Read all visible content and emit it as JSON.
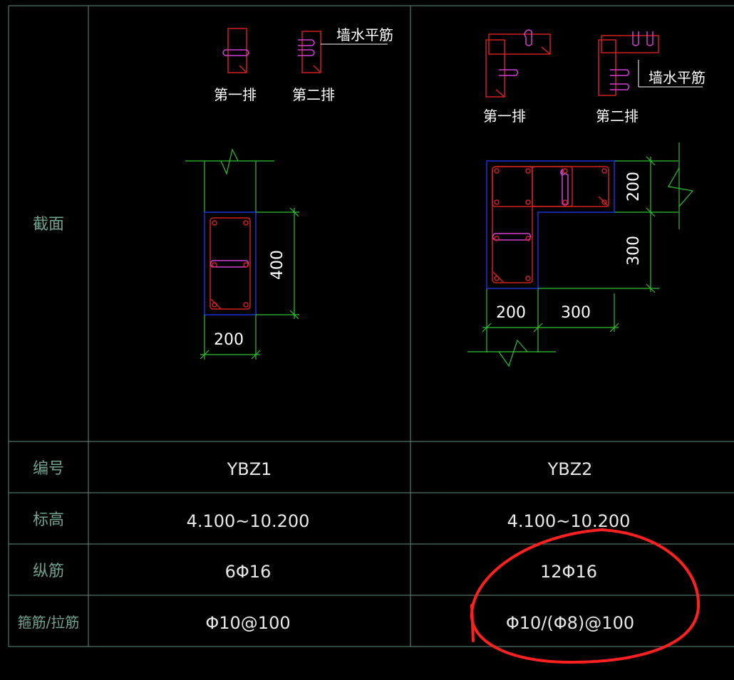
{
  "colors": {
    "background": "#000000",
    "grid": "#5f8f7f",
    "label": "#6fa38f",
    "value": "#e8e8e8",
    "rebar": "#d02020",
    "stirrup": "#d02020",
    "tie": "#d040d0",
    "section": "#2030d0",
    "dimension": "#30c030",
    "annotation": "#ffffff",
    "highlight": "#ff2020"
  },
  "table": {
    "row_labels": {
      "section": "截面",
      "id": "编号",
      "elevation": "标高",
      "longitudinal": "纵筋",
      "stirrup": "箍筋/拉筋"
    },
    "columns": [
      {
        "id": "YBZ1",
        "elevation": "4.100~10.200",
        "longitudinal": "6Φ16",
        "stirrup": "Φ10@100"
      },
      {
        "id": "YBZ2",
        "elevation": "4.100~10.200",
        "longitudinal": "12Φ16",
        "stirrup": "Φ10/(Φ8)@100"
      }
    ]
  },
  "detail_labels": {
    "row1": "第一排",
    "row2": "第二排",
    "wall_bar": "墙水平筋"
  },
  "dimensions": {
    "ybz1_width": "200",
    "ybz1_height": "400",
    "ybz2_flange_top": "200",
    "ybz2_web_side": "300",
    "ybz2_bottom_left": "200",
    "ybz2_bottom_right": "300"
  }
}
